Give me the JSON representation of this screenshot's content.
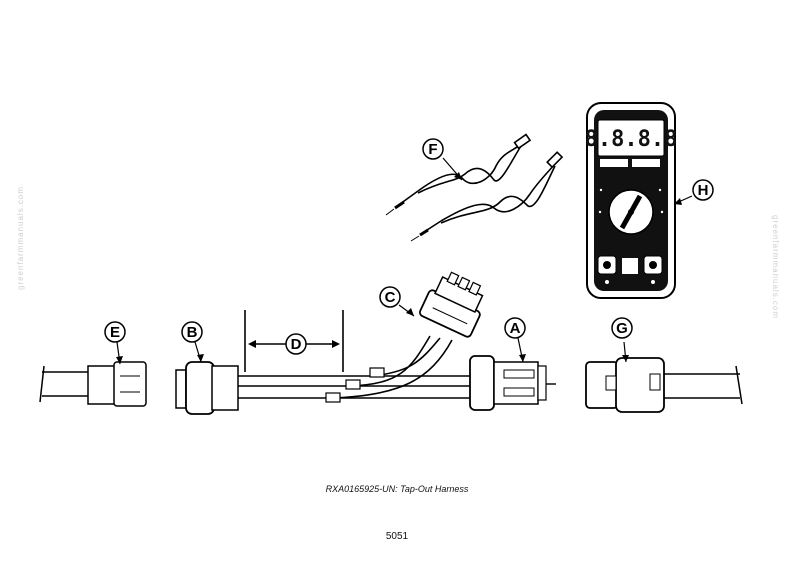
{
  "callouts": {
    "A": "A",
    "B": "B",
    "C": "C",
    "D": "D",
    "E": "E",
    "F": "F",
    "G": "G",
    "H": "H"
  },
  "multimeter": {
    "display": "8.8.8.8"
  },
  "caption": "RXA0165925-UN: Tap-Out Harness",
  "page_number": "5051",
  "watermark": "greenfarmmanuals.com"
}
